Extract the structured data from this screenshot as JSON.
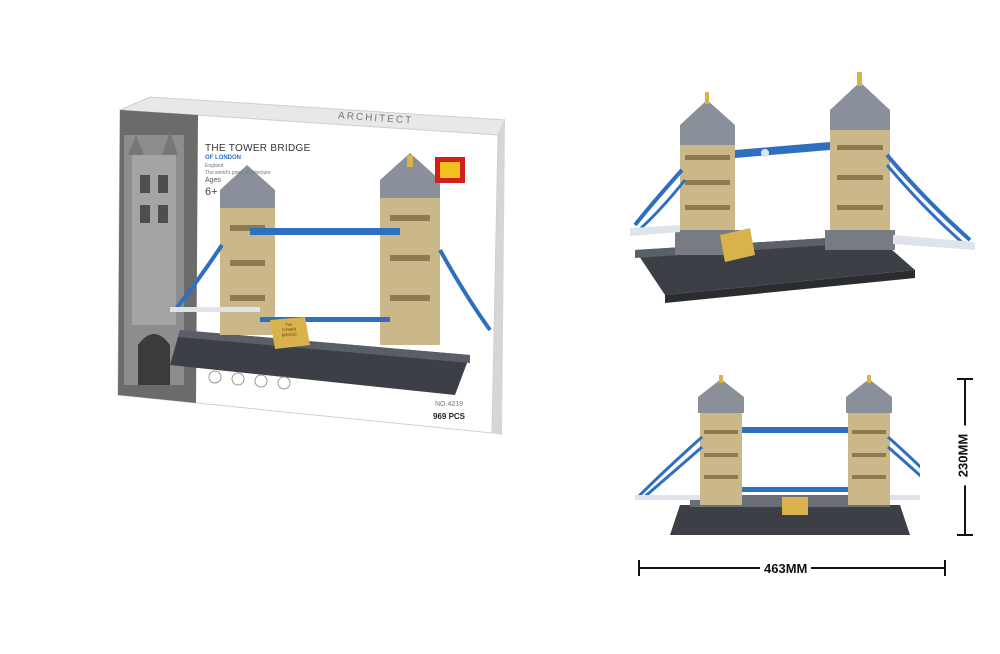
{
  "box": {
    "title": "THE TOWER BRIDGE",
    "subtitle": "OF LONDON",
    "country": "England",
    "tagline": "The world's great architecture",
    "ages_label": "Ages",
    "ages_value": "6+",
    "series": "ARCHITECT",
    "product_number": "NO.4219",
    "piece_count": "969 PCS",
    "plaque_line1": "The",
    "plaque_line2": "TOWER",
    "plaque_line3": "BRIDGE"
  },
  "dimensions": {
    "height": "230MM",
    "width": "463MM"
  },
  "colors": {
    "stone": "#cbb88a",
    "roof": "#8a9099",
    "walkway": "#2f6fc0",
    "base": "#3c3f45",
    "gold": "#d9b24c"
  }
}
